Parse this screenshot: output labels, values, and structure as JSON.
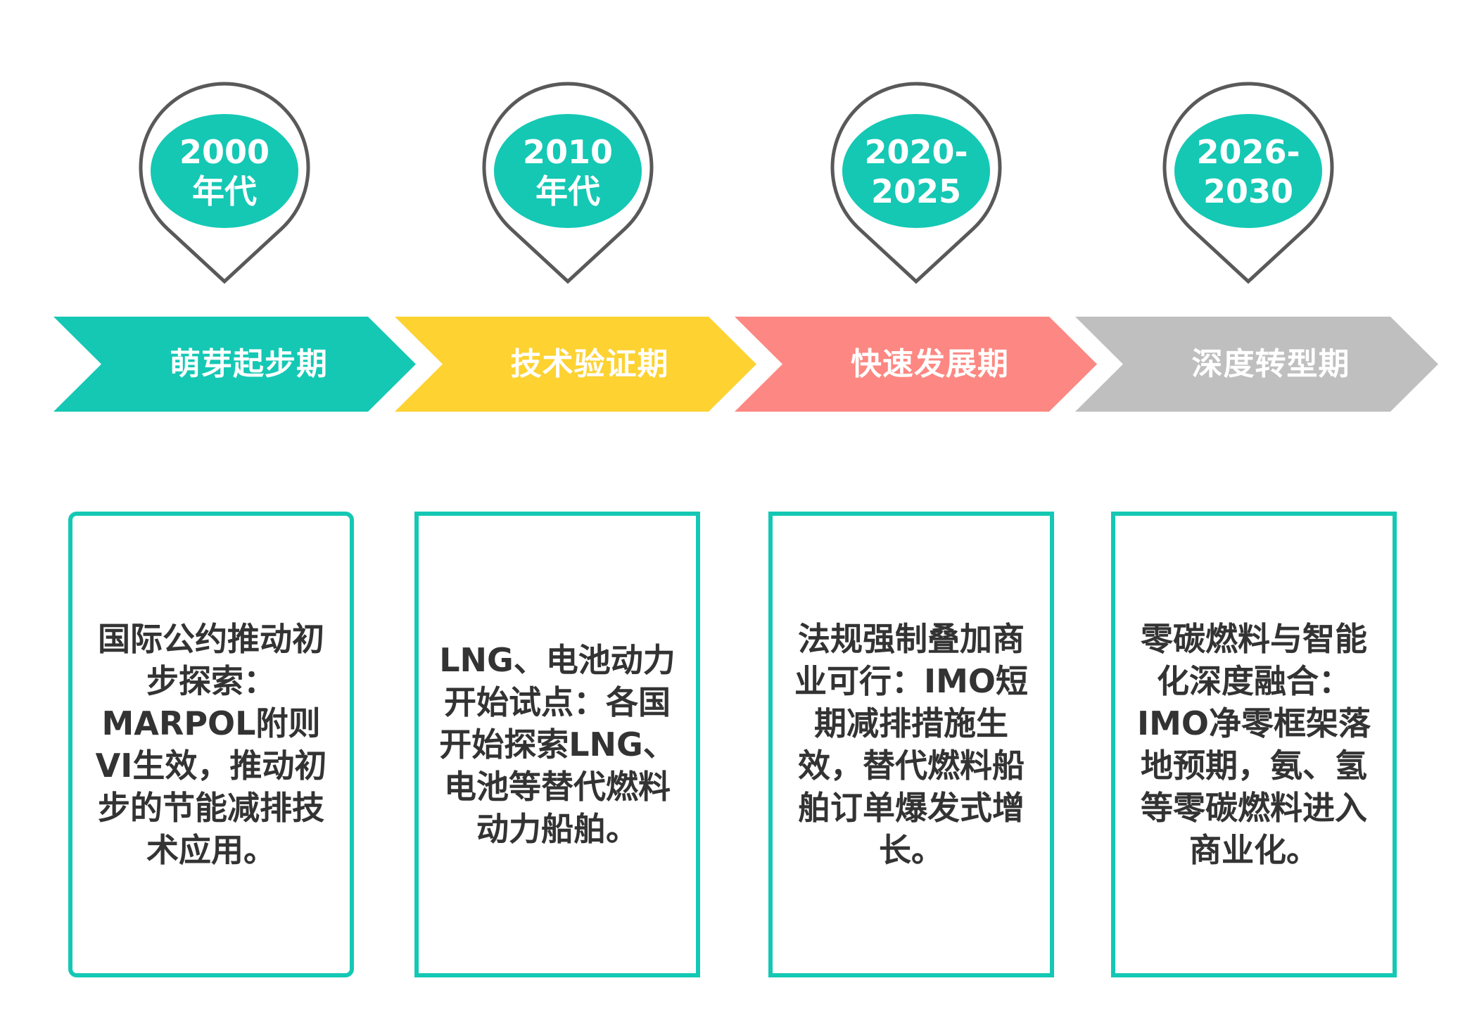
{
  "colors": {
    "teal": "#14C8B4",
    "yellow": "#FDD231",
    "pink": "#FD8782",
    "gray": "#BFBFBF",
    "pin_stroke": "#595959",
    "text": "#333333"
  },
  "stages": [
    {
      "period_lines": [
        "2000",
        "年代"
      ],
      "phase": "萌芽起步期",
      "color": "#14C8B4",
      "desc_lines": [
        "国际公约推动初",
        "步探索：",
        "MARPOL附则",
        "VI生效，推动初",
        "步的节能减排技",
        "术应用。"
      ]
    },
    {
      "period_lines": [
        "2010",
        "年代"
      ],
      "phase": "技术验证期",
      "color": "#FDD231",
      "desc_lines": [
        "LNG、电池动力",
        "开始试点：各国",
        "开始探索LNG、",
        "电池等替代燃料",
        "动力船舶。"
      ]
    },
    {
      "period_lines": [
        "2020-",
        "2025"
      ],
      "phase": "快速发展期",
      "color": "#FD8782",
      "desc_lines": [
        "法规强制叠加商",
        "业可行：IMO短",
        "期减排措施生",
        "效，替代燃料船",
        "舶订单爆发式增",
        "长。"
      ]
    },
    {
      "period_lines": [
        "2026-",
        "2030"
      ],
      "phase": "深度转型期",
      "color": "#BFBFBF",
      "desc_lines": [
        "零碳燃料与智能",
        "化深度融合：",
        "IMO净零框架落",
        "地预期，氨、氢",
        "等零碳燃料进入",
        "商业化。"
      ]
    }
  ]
}
